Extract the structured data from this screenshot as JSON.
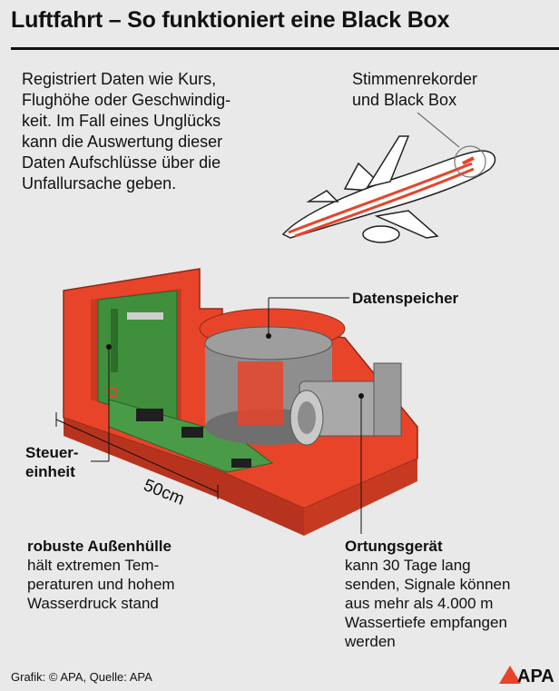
{
  "header": {
    "title": "Luftfahrt – So funktioniert eine Black Box"
  },
  "intro": {
    "lines": [
      "Registriert Daten wie Kurs,",
      "Flughöhe oder Geschwindig-",
      "keit. Im Fall eines Unglücks",
      "kann die Auswertung dieser",
      "Daten Aufschlüsse über die",
      "Unfallursache geben."
    ]
  },
  "plane": {
    "label_lines": [
      "Stimmenrekorder",
      "und Black Box"
    ]
  },
  "callouts": {
    "datenspeicher": {
      "title": "Datenspeicher"
    },
    "steuereinheit": {
      "title_lines": [
        "Steuer-",
        "einheit"
      ]
    },
    "dimension": {
      "label": "50cm"
    },
    "aussenhuelle": {
      "title": "robuste Außenhülle",
      "lines": [
        "hält extremen Tem-",
        "peraturen und hohem",
        "Wasserdruck stand"
      ]
    },
    "ortungsgeraet": {
      "title": "Ortungsgerät",
      "lines": [
        "kann 30 Tage lang",
        "senden, Signale können",
        "aus mehr als 4.000 m",
        "Wassertiefe empfangen",
        "werden"
      ]
    }
  },
  "footer": {
    "credit": "Grafik: © APA, Quelle: APA",
    "logo": "APA"
  },
  "colors": {
    "accent": "#e8442a",
    "background": "#e9e9e9",
    "text": "#111111"
  }
}
